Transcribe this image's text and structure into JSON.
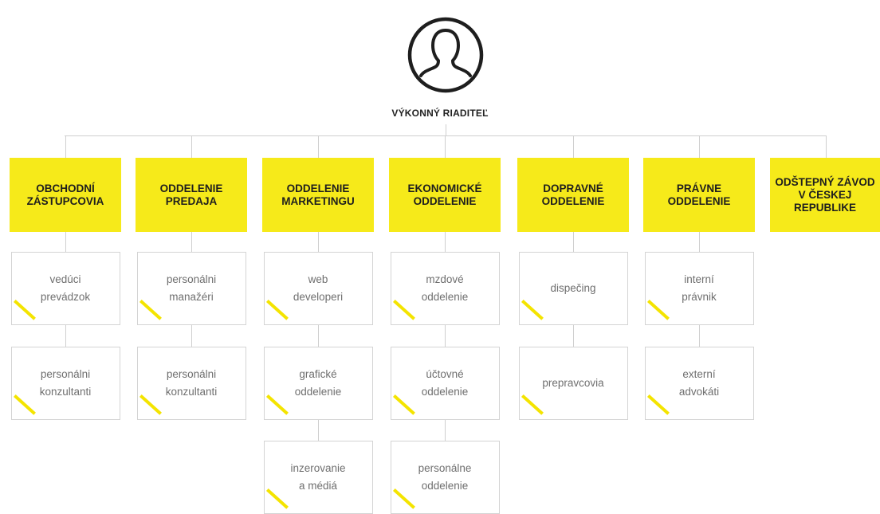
{
  "ceo": {
    "icon": "user-avatar-icon",
    "title": "VÝKONNÝ RIADITEĽ"
  },
  "colors": {
    "accent": "#f6ea1a",
    "line": "#cfcfcf",
    "box_border": "#d4d4d4",
    "sub_text": "#6f6f6f"
  },
  "departments": [
    {
      "label": "OBCHODNÍ\nZÁSTUPCOVIA",
      "subunits": [
        "vedúci\nprevádzok",
        "personálni\nkonzultanti"
      ]
    },
    {
      "label": "ODDELENIE\nPREDAJA",
      "subunits": [
        "personálni\nmanažéri",
        "personálni\nkonzultanti"
      ]
    },
    {
      "label": "ODDELENIE\nMARKETINGU",
      "subunits": [
        "web\ndeveloperi",
        "grafické\noddelenie",
        "inzerovanie\na médiá"
      ]
    },
    {
      "label": "EKONOMICKÉ\nODDELENIE",
      "subunits": [
        "mzdové\noddelenie",
        "účtovné\noddelenie",
        "personálne\noddelenie"
      ]
    },
    {
      "label": "DOPRAVNÉ\nODDELENIE",
      "subunits": [
        "dispečing",
        "prepravcovia"
      ]
    },
    {
      "label": "PRÁVNE\nODDELENIE",
      "subunits": [
        "interní\nprávnik",
        "externí\nadvokáti"
      ]
    },
    {
      "label": "ODŠTEPNÝ ZÁVOD\nV ČESKEJ\nREPUBLIKE",
      "subunits": []
    }
  ]
}
